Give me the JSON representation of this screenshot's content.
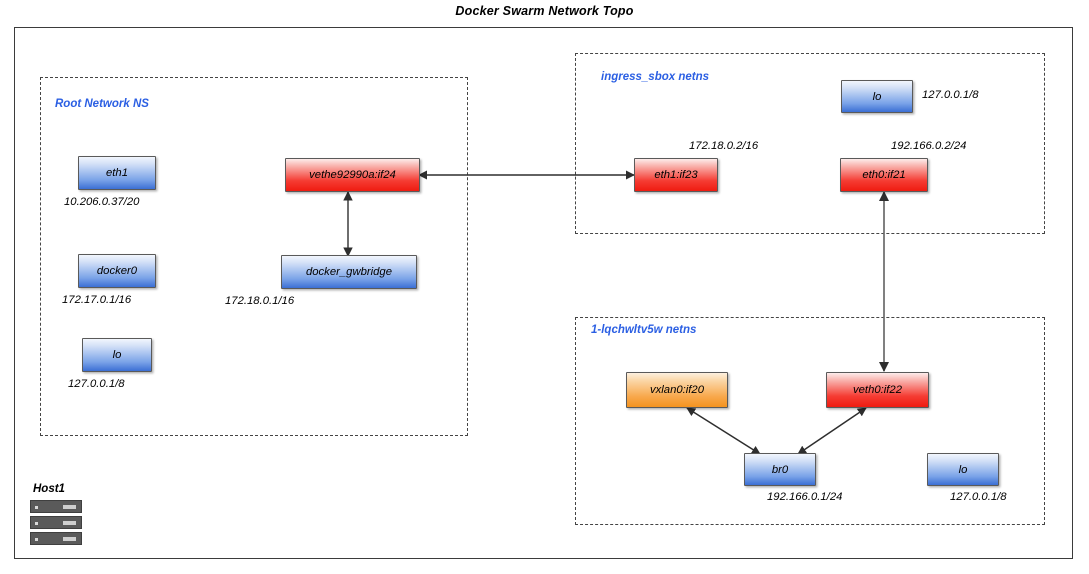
{
  "title": "Docker Swarm Network Topo",
  "host": {
    "label": "Host1",
    "icon": "server-rack-icon"
  },
  "namespaces": [
    {
      "id": "root-ns",
      "label": "Root Network NS"
    },
    {
      "id": "ingress-sbox-ns",
      "label": "ingress_sbox netns"
    },
    {
      "id": "overlay-ns",
      "label": "1-lqchwltv5w netns"
    }
  ],
  "nodes": {
    "eth1_root": {
      "label": "eth1",
      "addr": "10.206.0.37/20",
      "color": "blue"
    },
    "docker0": {
      "label": "docker0",
      "addr": "172.17.0.1/16",
      "color": "blue"
    },
    "lo_root": {
      "label": "lo",
      "addr": "127.0.0.1/8",
      "color": "blue"
    },
    "veth_root": {
      "label": "vethe92990a:if24",
      "addr": "",
      "color": "red"
    },
    "docker_gwbridge": {
      "label": "docker_gwbridge",
      "addr": "172.18.0.1/16",
      "color": "blue"
    },
    "lo_ingress": {
      "label": "lo",
      "addr": "127.0.0.1/8",
      "color": "blue"
    },
    "eth1_ingress": {
      "label": "eth1:if23",
      "addr": "172.18.0.2/16",
      "color": "red"
    },
    "eth0_ingress": {
      "label": "eth0:if21",
      "addr": "192.166.0.2/24",
      "color": "red"
    },
    "vxlan0": {
      "label": "vxlan0:if20",
      "addr": "",
      "color": "orange"
    },
    "veth0": {
      "label": "veth0:if22",
      "addr": "",
      "color": "red"
    },
    "br0": {
      "label": "br0",
      "addr": "192.166.0.1/24",
      "color": "blue"
    },
    "lo_overlay": {
      "label": "lo",
      "addr": "127.0.0.1/8",
      "color": "blue"
    }
  },
  "colors": {
    "namespace_label": "#2b5fe3",
    "blue_node": "#3b6fd4",
    "red_node": "#ef1b10",
    "orange_node": "#f4931f",
    "frame": "#3b3b3b",
    "connector": "#3a3a3a"
  },
  "connections": [
    {
      "from": "veth_root",
      "to": "docker_gwbridge",
      "style": "double-arrow-vertical"
    },
    {
      "from": "veth_root",
      "to": "eth1_ingress",
      "style": "double-arrow-horizontal"
    },
    {
      "from": "eth0_ingress",
      "to": "veth0",
      "style": "double-arrow-vertical"
    },
    {
      "from": "vxlan0",
      "to": "br0",
      "style": "double-arrow-diagonal"
    },
    {
      "from": "br0",
      "to": "veth0",
      "style": "double-arrow-diagonal"
    }
  ]
}
